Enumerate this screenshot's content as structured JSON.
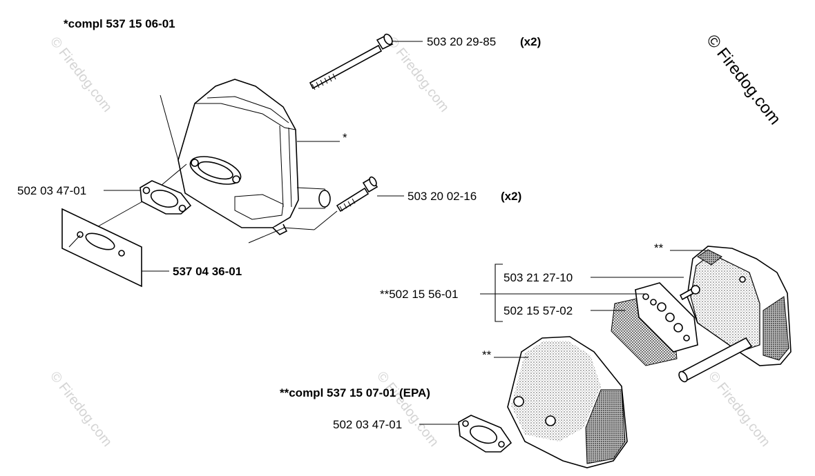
{
  "watermark": {
    "main": "© Firedog.com",
    "tile": "© Firedog.com"
  },
  "assemblies": {
    "top_title": "*compl 537 15 06-01",
    "bottom_title": "**compl 537 15 07-01 (EPA)"
  },
  "callouts": {
    "bolt_long": {
      "number": "503 20 29-85",
      "qty": "(x2)"
    },
    "bolt_short": {
      "number": "503 20 02-16",
      "qty": "(x2)"
    },
    "gasket_top": "502 03 47-01",
    "plate": "537 04 36-01",
    "muffler_top_marker": "*",
    "screen_group": "**502 15 56-01",
    "screw_small": "503 21 27-10",
    "screen": "502 15 57-02",
    "cover_marker_right": "**",
    "cover_marker_left": "**",
    "gasket_bottom": "502 03 47-01"
  }
}
